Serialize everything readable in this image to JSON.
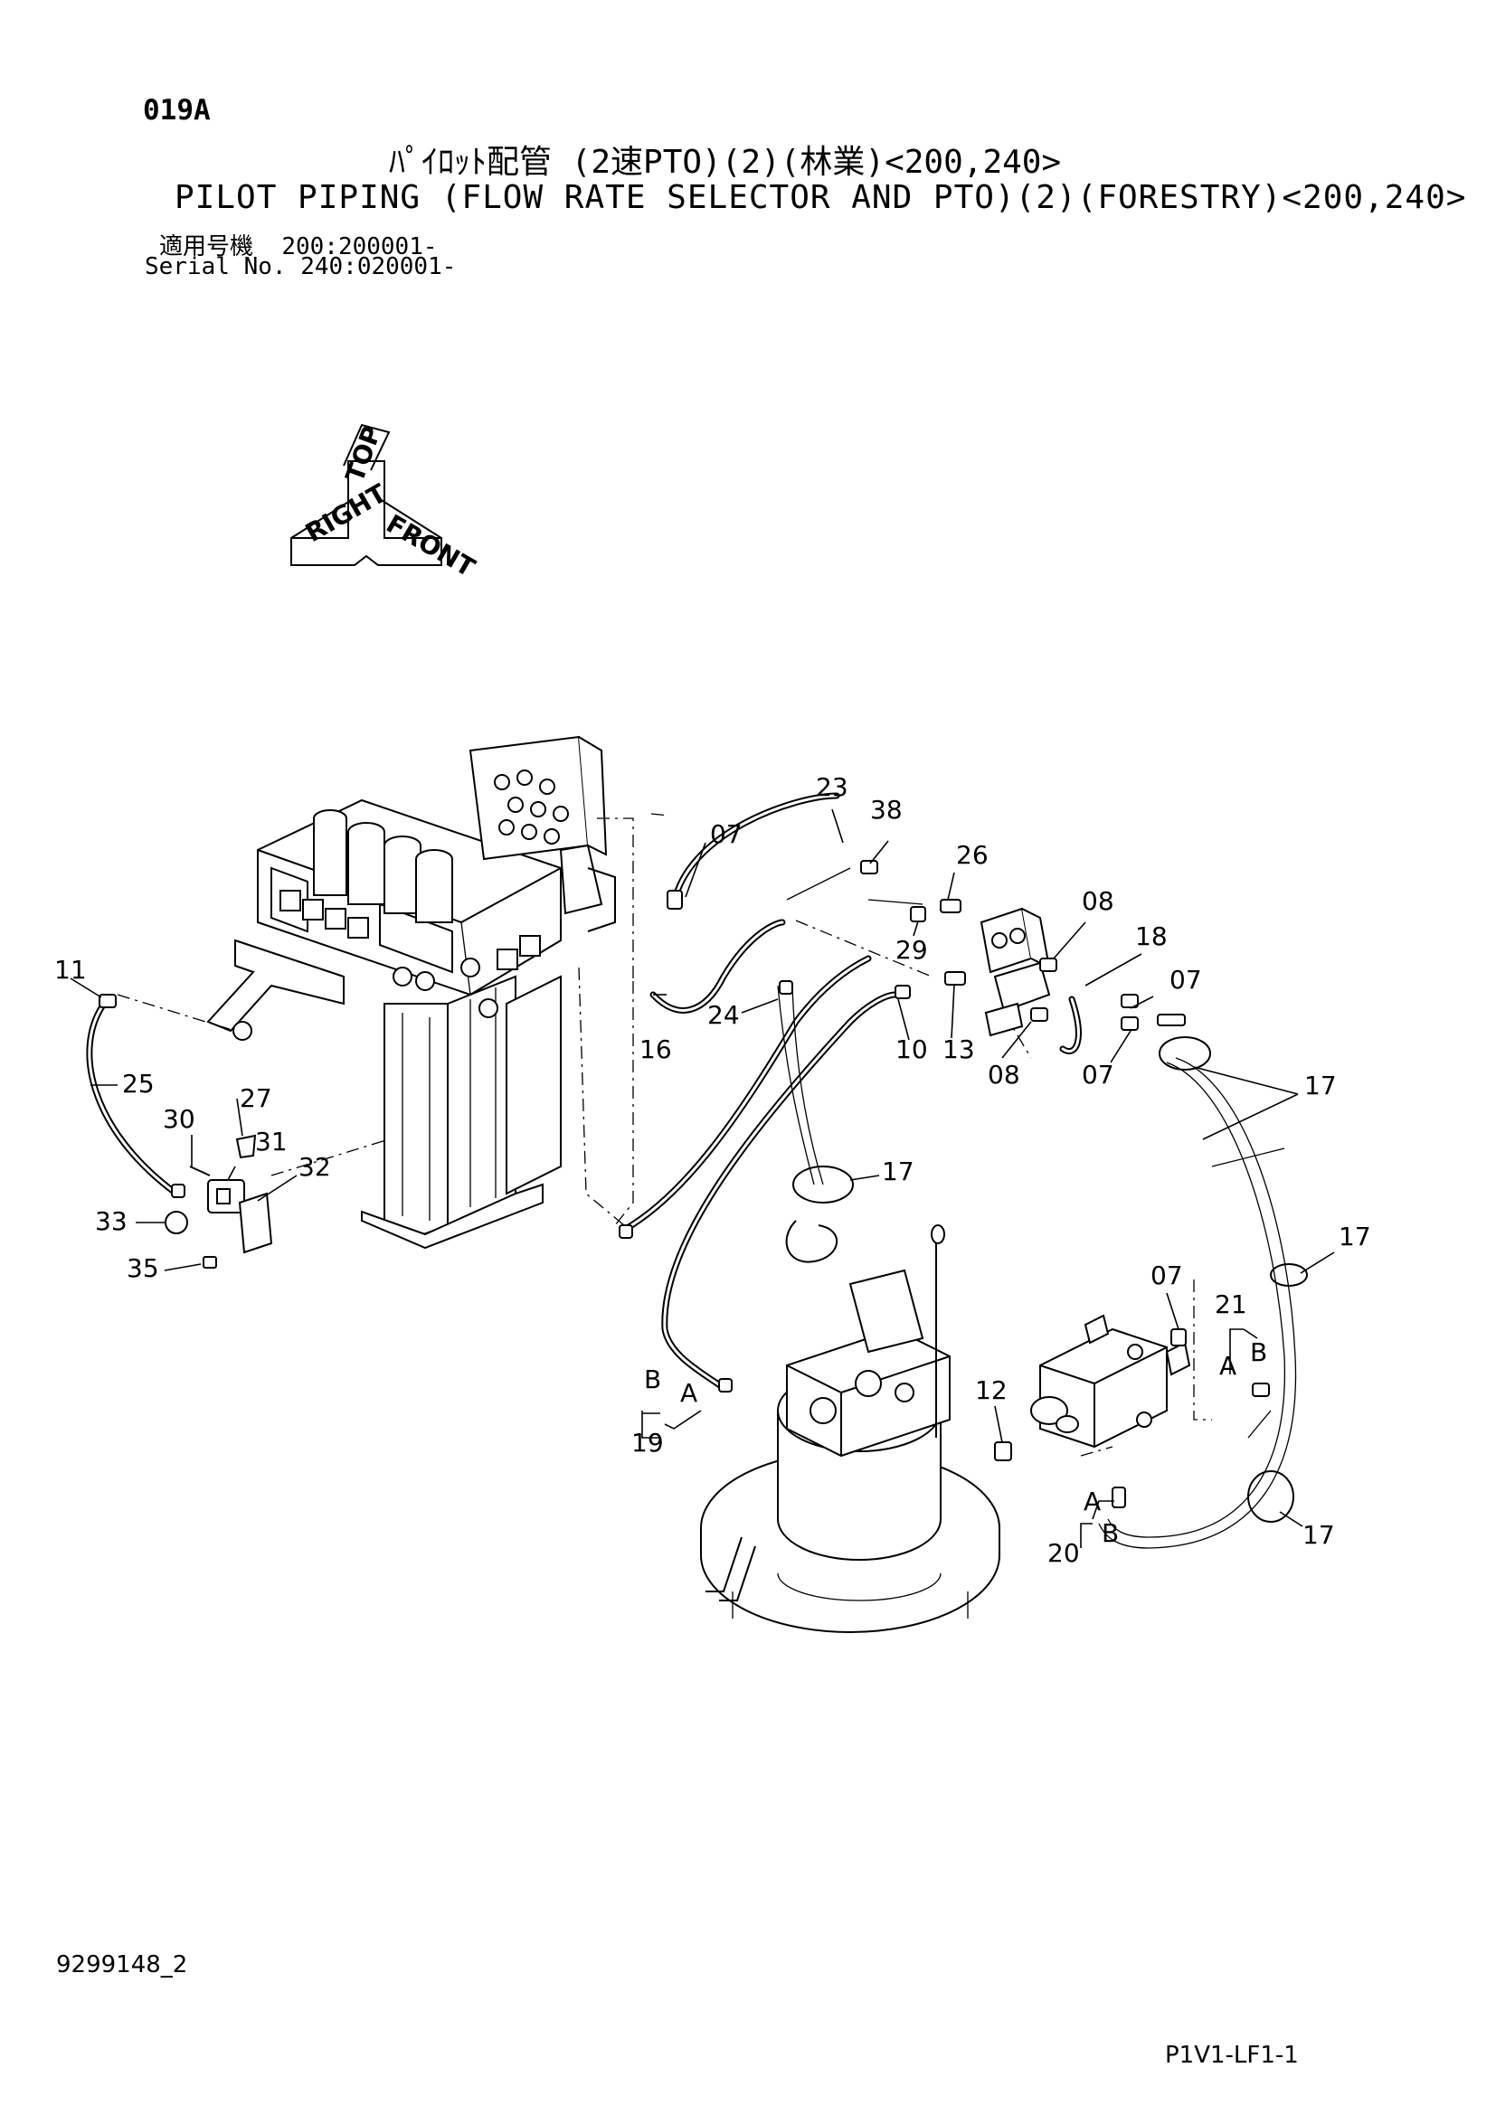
{
  "header": {
    "page_code": "019A",
    "title_ja": "ﾊﾟｲﾛｯﾄ配管 (2速PTO)(2)(林業)<200,240>",
    "title_en": "PILOT PIPING (FLOW RATE SELECTOR AND PTO)(2)(FORESTRY)<200,240>",
    "serial_label_ja": "適用号機",
    "serial_label_en": "Serial No.",
    "serial_200": "200:200001-",
    "serial_240": "240:020001-"
  },
  "orientation": {
    "top": "TOP",
    "right": "RIGHT",
    "front": "FRONT"
  },
  "callouts": {
    "c07a": "07",
    "c23": "23",
    "c38": "38",
    "c26": "26",
    "c08a": "08",
    "c29": "29",
    "c18": "18",
    "c07b": "07",
    "c11": "11",
    "c24": "24",
    "c16": "16",
    "c10": "10",
    "c13": "13",
    "c08b": "08",
    "c07c": "07",
    "c17a": "17",
    "c25": "25",
    "c27": "27",
    "c30": "30",
    "c31": "31",
    "c32": "32",
    "c17b": "17",
    "c33": "33",
    "c35": "35",
    "c17c": "17",
    "c07d": "07",
    "c21": "21",
    "c21a": "A",
    "c21b": "B",
    "c12": "12",
    "c19": "19",
    "c19a": "A",
    "c19b": "B",
    "c20": "20",
    "c20a": "A",
    "c20b": "B",
    "c17d": "17"
  },
  "footer": {
    "doc_id": "9299148_2",
    "drawing_code": "P1V1-LF1-1"
  }
}
